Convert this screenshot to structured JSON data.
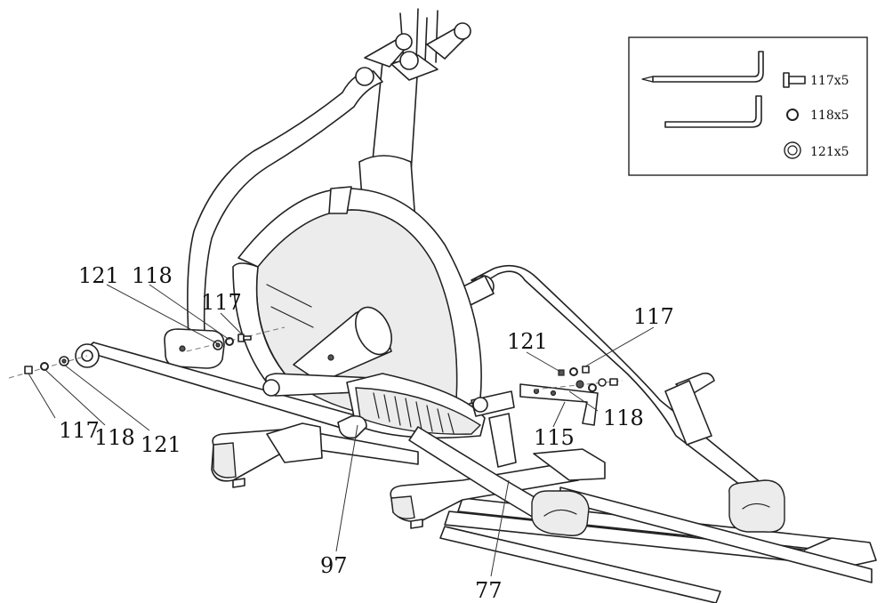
{
  "callouts": {
    "c121_left_upper": "121",
    "c118_left_upper": "118",
    "c117_left_upper": "117",
    "c117_left_lower": "117",
    "c118_left_lower": "118",
    "c121_left_lower": "121",
    "c121_right": "121",
    "c117_right": "117",
    "c118_right": "118",
    "c115_right": "115",
    "c97": "97",
    "c77": "77"
  },
  "hardware_kit": {
    "bolt_qty": "117x5",
    "washer_qty": "118x5",
    "spacer_qty": "121x5"
  }
}
